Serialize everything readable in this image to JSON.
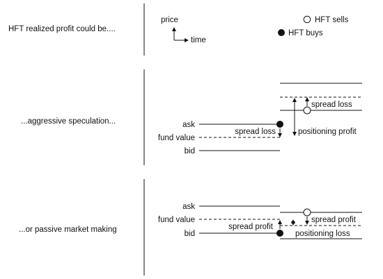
{
  "header": {
    "left_title": "HFT realized profit could be....",
    "axes_price": "price",
    "axes_time": "time",
    "legend_sells": "HFT sells",
    "legend_buys": "HFT buys"
  },
  "panel_aggressive": {
    "row_label": "...aggressive speculation...",
    "ask_label": "ask",
    "fund_label": "fund value",
    "bid_label": "bid",
    "spread_loss_left": "spread loss",
    "spread_loss_right": "spread loss",
    "positioning": "positioning profit"
  },
  "panel_passive": {
    "row_label": "...or passive market making",
    "ask_label": "ask",
    "fund_label": "fund value",
    "bid_label": "bid",
    "spread_profit_left": "spread profit",
    "spread_profit_right": "spread profit",
    "positioning": "positioning loss"
  }
}
